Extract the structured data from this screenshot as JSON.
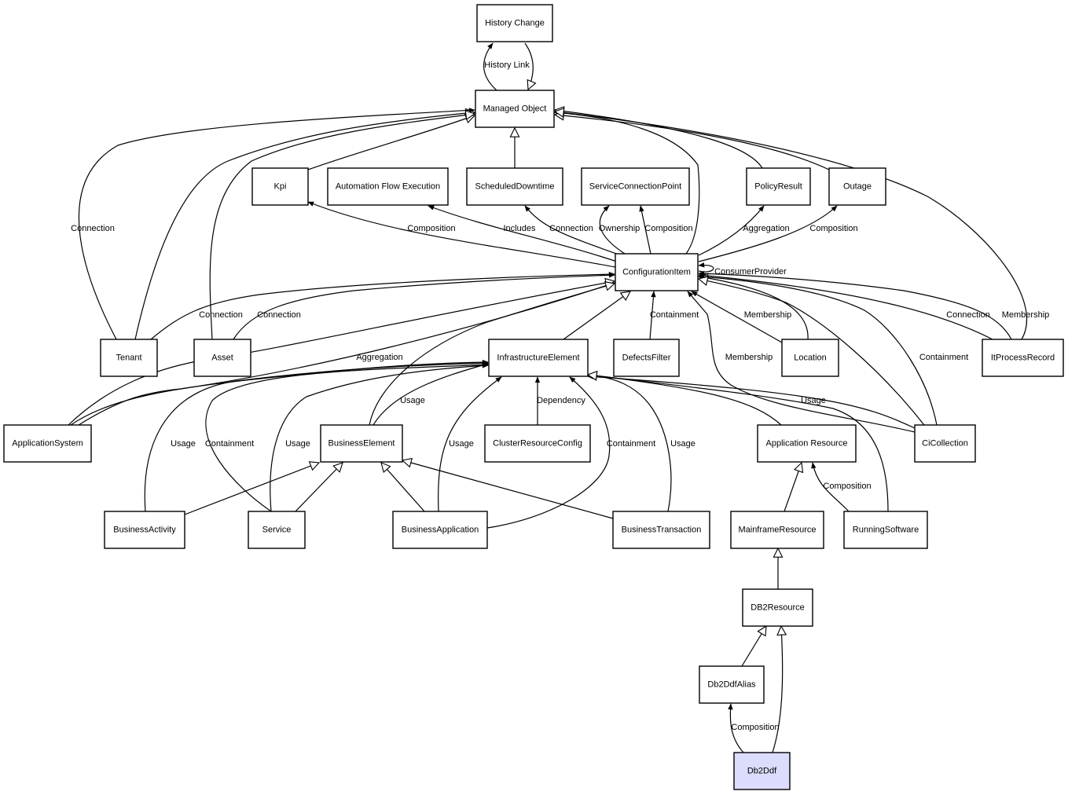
{
  "diagram": {
    "title": "Managed Object / ConfigurationItem class diagram",
    "colors": {
      "node_fill": "#ffffff",
      "highlight_fill": "#dcdcfc",
      "stroke": "#000000"
    },
    "nodes": [
      {
        "id": "history_change",
        "label": "History Change"
      },
      {
        "id": "managed_object",
        "label": "Managed Object"
      },
      {
        "id": "kpi",
        "label": "Kpi"
      },
      {
        "id": "automation_flow_execution",
        "label": "Automation Flow Execution"
      },
      {
        "id": "scheduled_downtime",
        "label": "ScheduledDowntime"
      },
      {
        "id": "service_connection_point",
        "label": "ServiceConnectionPoint"
      },
      {
        "id": "policy_result",
        "label": "PolicyResult"
      },
      {
        "id": "outage",
        "label": "Outage"
      },
      {
        "id": "configuration_item",
        "label": "ConfigurationItem"
      },
      {
        "id": "tenant",
        "label": "Tenant"
      },
      {
        "id": "asset",
        "label": "Asset"
      },
      {
        "id": "infrastructure_element",
        "label": "InfrastructureElement"
      },
      {
        "id": "defects_filter",
        "label": "DefectsFilter"
      },
      {
        "id": "location",
        "label": "Location"
      },
      {
        "id": "it_process_record",
        "label": "ItProcessRecord"
      },
      {
        "id": "application_system",
        "label": "ApplicationSystem"
      },
      {
        "id": "business_element",
        "label": "BusinessElement"
      },
      {
        "id": "cluster_resource_config",
        "label": "ClusterResourceConfig"
      },
      {
        "id": "application_resource",
        "label": "Application Resource"
      },
      {
        "id": "ci_collection",
        "label": "CiCollection"
      },
      {
        "id": "business_activity",
        "label": "BusinessActivity"
      },
      {
        "id": "service",
        "label": "Service"
      },
      {
        "id": "business_application",
        "label": "BusinessApplication"
      },
      {
        "id": "business_transaction",
        "label": "BusinessTransaction"
      },
      {
        "id": "mainframe_resource",
        "label": "MainframeResource"
      },
      {
        "id": "running_software",
        "label": "RunningSoftware"
      },
      {
        "id": "db2_resource",
        "label": "DB2Resource"
      },
      {
        "id": "db2_ddf_alias",
        "label": "Db2DdfAlias"
      },
      {
        "id": "db2_ddf",
        "label": "Db2Ddf",
        "highlighted": true
      }
    ],
    "edges": [
      {
        "from": "managed_object",
        "to": "history_change",
        "type": "association",
        "label": "History Link"
      },
      {
        "from": "history_change",
        "to": "managed_object",
        "type": "inheritance",
        "label": ""
      },
      {
        "from": "kpi",
        "to": "managed_object",
        "type": "inheritance",
        "label": ""
      },
      {
        "from": "scheduled_downtime",
        "to": "managed_object",
        "type": "inheritance",
        "label": ""
      },
      {
        "from": "tenant",
        "to": "managed_object",
        "type": "inheritance",
        "label": ""
      },
      {
        "from": "tenant",
        "to": "managed_object",
        "type": "association",
        "label": "Connection"
      },
      {
        "from": "asset",
        "to": "managed_object",
        "type": "inheritance",
        "label": ""
      },
      {
        "from": "configuration_item",
        "to": "managed_object",
        "type": "inheritance",
        "label": ""
      },
      {
        "from": "policy_result",
        "to": "managed_object",
        "type": "inheritance",
        "label": ""
      },
      {
        "from": "outage",
        "to": "managed_object",
        "type": "inheritance",
        "label": ""
      },
      {
        "from": "it_process_record",
        "to": "managed_object",
        "type": "inheritance",
        "label": ""
      },
      {
        "from": "configuration_item",
        "to": "kpi",
        "type": "association",
        "label": "Composition"
      },
      {
        "from": "configuration_item",
        "to": "automation_flow_execution",
        "type": "association",
        "label": "Includes"
      },
      {
        "from": "configuration_item",
        "to": "scheduled_downtime",
        "type": "association",
        "label": "Connection"
      },
      {
        "from": "configuration_item",
        "to": "service_connection_point",
        "type": "association",
        "label": "Ownership"
      },
      {
        "from": "configuration_item",
        "to": "service_connection_point",
        "type": "association",
        "label": "Composition"
      },
      {
        "from": "configuration_item",
        "to": "policy_result",
        "type": "association",
        "label": "Aggregation"
      },
      {
        "from": "configuration_item",
        "to": "outage",
        "type": "association",
        "label": "Composition"
      },
      {
        "from": "configuration_item",
        "to": "configuration_item",
        "type": "association",
        "label": "ConsumerProvider"
      },
      {
        "from": "tenant",
        "to": "configuration_item",
        "type": "association",
        "label": "Connection"
      },
      {
        "from": "asset",
        "to": "configuration_item",
        "type": "association",
        "label": "Connection"
      },
      {
        "from": "application_system",
        "to": "configuration_item",
        "type": "inheritance",
        "label": ""
      },
      {
        "from": "application_system",
        "to": "configuration_item",
        "type": "association",
        "label": "Aggregation"
      },
      {
        "from": "business_element",
        "to": "configuration_item",
        "type": "inheritance",
        "label": ""
      },
      {
        "from": "infrastructure_element",
        "to": "configuration_item",
        "type": "inheritance",
        "label": ""
      },
      {
        "from": "defects_filter",
        "to": "configuration_item",
        "type": "association",
        "label": "Containment"
      },
      {
        "from": "ci_collection",
        "to": "configuration_item",
        "type": "association",
        "label": "Membership"
      },
      {
        "from": "location",
        "to": "configuration_item",
        "type": "association",
        "label": "Membership"
      },
      {
        "from": "location",
        "to": "configuration_item",
        "type": "inheritance",
        "label": ""
      },
      {
        "from": "ci_collection",
        "to": "configuration_item",
        "type": "association",
        "label": "Containment"
      },
      {
        "from": "ci_collection",
        "to": "configuration_item",
        "type": "inheritance",
        "label": ""
      },
      {
        "from": "it_process_record",
        "to": "configuration_item",
        "type": "association",
        "label": "Connection"
      },
      {
        "from": "it_process_record",
        "to": "configuration_item",
        "type": "association",
        "label": "Membership"
      },
      {
        "from": "business_element",
        "to": "infrastructure_element",
        "type": "association",
        "label": "Usage"
      },
      {
        "from": "application_system",
        "to": "infrastructure_element",
        "type": "association",
        "label": ""
      },
      {
        "from": "business_activity",
        "to": "infrastructure_element",
        "type": "association",
        "label": "Usage"
      },
      {
        "from": "service",
        "to": "infrastructure_element",
        "type": "association",
        "label": "Containment"
      },
      {
        "from": "service",
        "to": "infrastructure_element",
        "type": "association",
        "label": "Usage"
      },
      {
        "from": "business_application",
        "to": "infrastructure_element",
        "type": "association",
        "label": "Usage"
      },
      {
        "from": "cluster_resource_config",
        "to": "infrastructure_element",
        "type": "association",
        "label": "Dependency"
      },
      {
        "from": "business_application",
        "to": "infrastructure_element",
        "type": "association",
        "label": "Containment"
      },
      {
        "from": "business_transaction",
        "to": "infrastructure_element",
        "type": "association",
        "label": "Usage"
      },
      {
        "from": "application_resource",
        "to": "infrastructure_element",
        "type": "inheritance",
        "label": ""
      },
      {
        "from": "ci_collection",
        "to": "infrastructure_element",
        "type": "association",
        "label": "Usage"
      },
      {
        "from": "running_software",
        "to": "infrastructure_element",
        "type": "inheritance",
        "label": ""
      },
      {
        "from": "business_activity",
        "to": "business_element",
        "type": "inheritance",
        "label": ""
      },
      {
        "from": "service",
        "to": "business_element",
        "type": "inheritance",
        "label": ""
      },
      {
        "from": "business_application",
        "to": "business_element",
        "type": "inheritance",
        "label": ""
      },
      {
        "from": "business_transaction",
        "to": "business_element",
        "type": "inheritance",
        "label": ""
      },
      {
        "from": "mainframe_resource",
        "to": "application_resource",
        "type": "inheritance",
        "label": ""
      },
      {
        "from": "running_software",
        "to": "application_resource",
        "type": "association",
        "label": "Composition"
      },
      {
        "from": "db2_resource",
        "to": "mainframe_resource",
        "type": "inheritance",
        "label": ""
      },
      {
        "from": "db2_ddf_alias",
        "to": "db2_resource",
        "type": "inheritance",
        "label": ""
      },
      {
        "from": "db2_ddf",
        "to": "db2_resource",
        "type": "inheritance",
        "label": ""
      },
      {
        "from": "db2_ddf",
        "to": "db2_ddf_alias",
        "type": "association",
        "label": "Composition"
      }
    ]
  }
}
